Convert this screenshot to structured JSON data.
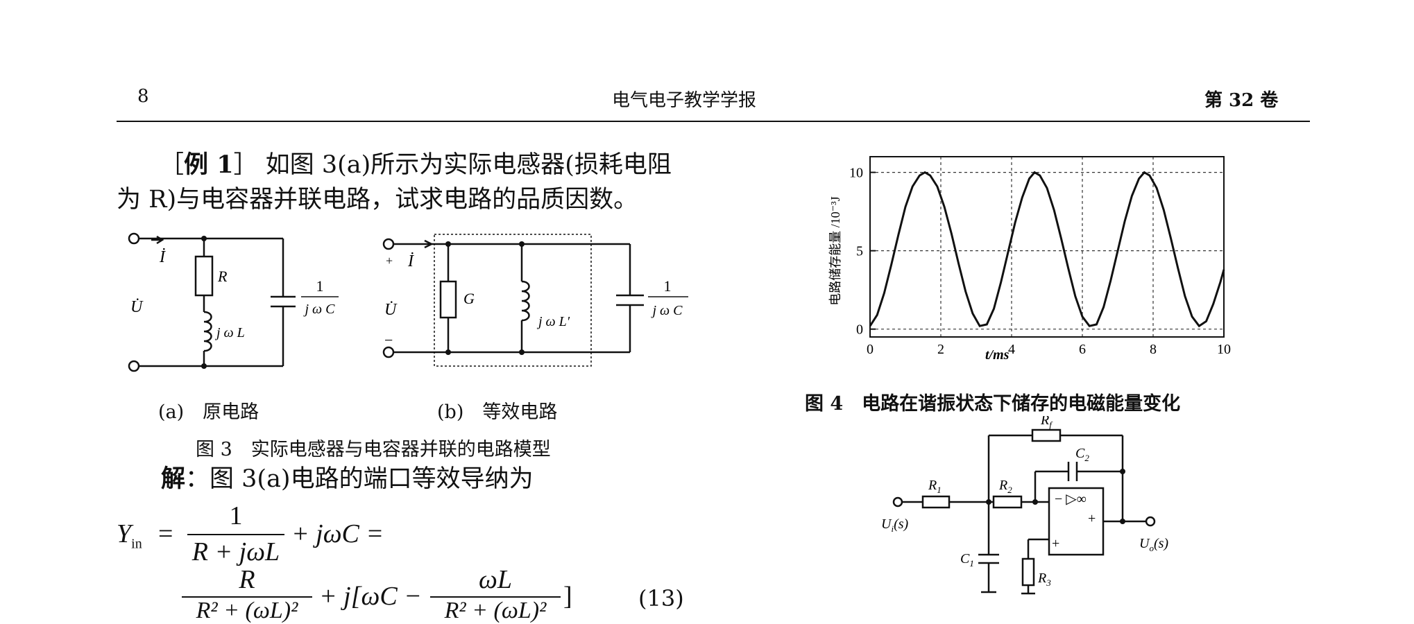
{
  "header": {
    "page_number": "8",
    "journal": "电气电子教学学报",
    "volume": "第 32 卷"
  },
  "example": {
    "line1_prefix": "［",
    "label": "例 1",
    "line1_rest": "］ 如图 3(a)所示为实际电感器(损耗电阻",
    "line2": "为 R)与电容器并联电路，试求电路的品质因数。"
  },
  "fig3": {
    "sub_a": "(a)　原电路",
    "sub_b": "(b)　等效电路",
    "caption": "图 3　实际电感器与电容器并联的电路模型",
    "labels_a": {
      "current": "İ",
      "voltage": "U̇",
      "resistor": "R",
      "inductor": "j ω L",
      "cap_num": "1",
      "cap_den": "j ω C"
    },
    "labels_b": {
      "current": "İ",
      "voltage": "U̇",
      "conductance": "G",
      "inductor": "j ω L′",
      "cap_num": "1",
      "cap_den": "j ω C",
      "plus": "+",
      "minus": "−"
    }
  },
  "solution": {
    "label": "解",
    "text": "：图 3(a)电路的端口等效导纳为"
  },
  "equation": {
    "lhs": "Y",
    "lhs_sub": "in",
    "eq": "=",
    "f1_num": "1",
    "f1_den": "R + jωL",
    "plus_jwc": "+ jωC =",
    "f2_num": "R",
    "f2_den": "R² + (ωL)²",
    "bracket_open": "+ j[ωC −",
    "f3_num": "ωL",
    "f3_den": "R² + (ωL)²",
    "bracket_close": "]",
    "number": "(13)"
  },
  "fig4": {
    "caption": "图 4　电路在谐振状态下储存的电磁能量变化",
    "ylabel": "电路储存能量 /10⁻³J",
    "xlabel": "t/ms"
  },
  "chart_data": {
    "type": "line",
    "title": "",
    "xlabel": "t/ms",
    "ylabel": "电路储存能量 /10⁻³J",
    "xlim": [
      0,
      10
    ],
    "ylim": [
      -0.5,
      11
    ],
    "xticks": [
      0,
      2,
      4,
      6,
      8,
      10
    ],
    "yticks": [
      0,
      5,
      10
    ],
    "grid": true,
    "grid_style": "dashed",
    "series": [
      {
        "x": [
          0,
          0.2,
          0.4,
          0.6,
          0.8,
          1.0,
          1.2,
          1.4,
          1.55,
          1.7,
          1.9,
          2.1,
          2.3,
          2.5,
          2.7,
          2.9,
          3.1,
          3.3,
          3.5,
          3.7,
          3.9,
          4.1,
          4.3,
          4.5,
          4.65,
          4.8,
          5.0,
          5.2,
          5.4,
          5.6,
          5.8,
          6.0,
          6.2,
          6.4,
          6.6,
          6.8,
          7.0,
          7.2,
          7.4,
          7.6,
          7.75,
          7.9,
          8.1,
          8.3,
          8.5,
          8.7,
          8.9,
          9.1,
          9.3,
          9.5,
          9.7,
          9.9,
          10.0
        ],
        "values": [
          0.2,
          0.9,
          2.3,
          4.1,
          6.0,
          7.8,
          9.1,
          9.8,
          10.0,
          9.8,
          9.1,
          7.8,
          6.1,
          4.2,
          2.4,
          1.0,
          0.2,
          0.3,
          1.3,
          3.0,
          4.9,
          6.8,
          8.4,
          9.6,
          10.0,
          9.8,
          9.0,
          7.6,
          5.8,
          3.9,
          2.1,
          0.8,
          0.2,
          0.3,
          1.4,
          3.1,
          5.0,
          6.9,
          8.5,
          9.6,
          10.0,
          9.8,
          9.0,
          7.6,
          5.8,
          3.9,
          2.1,
          0.8,
          0.2,
          0.5,
          1.6,
          3.0,
          3.8
        ]
      }
    ]
  },
  "fig5": {
    "labels": {
      "rf": "R",
      "rf_sub": "f",
      "c2": "C",
      "c2_sub": "2",
      "r1": "R",
      "r1_sub": "1",
      "r2": "R",
      "r2_sub": "2",
      "c1": "C",
      "c1_sub": "1",
      "r3": "R",
      "r3_sub": "3",
      "ui": "U",
      "ui_sub": "i",
      "ui_arg": "(s)",
      "uo": "U",
      "uo_sub": "o",
      "uo_arg": "(s)",
      "opamp": "− ▷∞",
      "plus_in": "+",
      "plus_out": "+"
    }
  }
}
